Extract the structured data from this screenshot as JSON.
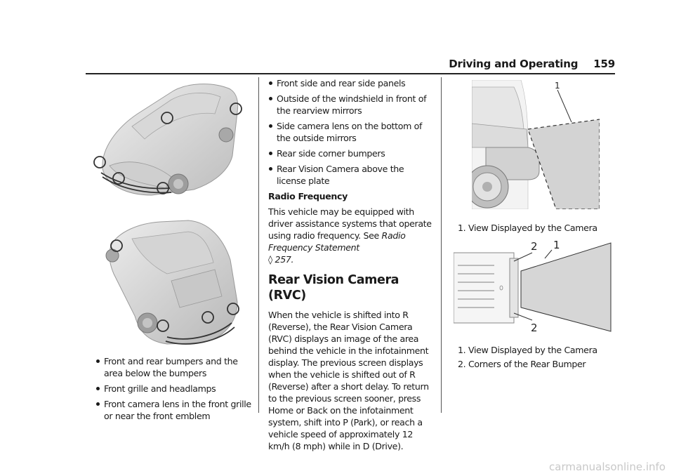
{
  "header": {
    "title": "Driving and Operating",
    "page_number": "159"
  },
  "left_column": {
    "bullets": [
      "Front and rear bumpers and the area below the bumpers",
      "Front grille and headlamps",
      "Front camera lens in the front grille or near the front emblem"
    ]
  },
  "middle_column": {
    "bullets": [
      "Front side and rear side panels",
      "Outside of the windshield in front of the rearview mirrors",
      "Side camera lens on the bottom of the outside mirrors",
      "Rear side corner bumpers",
      "Rear Vision Camera above the license plate"
    ],
    "radio_heading": "Radio Frequency",
    "radio_text": "This vehicle may be equipped with driver assistance systems that operate using radio frequency. See",
    "radio_link": "Radio Frequency Statement",
    "radio_ref_symbol": "◊",
    "radio_ref_page": "257",
    "section_title": "Rear Vision Camera (RVC)",
    "section_text": "When the vehicle is shifted into R (Reverse), the Rear Vision Camera (RVC) displays an image of the area behind the vehicle in the infotainment display. The previous screen displays when the vehicle is shifted out of R (Reverse) after a short delay. To return to the previous screen sooner, press Home or Back on the infotainment system, shift into P (Park), or reach a vehicle speed of approximately 12 km/h (8 mph) while in D (Drive)."
  },
  "right_column": {
    "figure1_callout": "1",
    "figure1_caption": "1.  View Displayed by the Camera",
    "figure2_callouts": {
      "one": "1",
      "two_top": "2",
      "two_bottom": "2"
    },
    "figure2_caption_items": [
      "1.  View Displayed by the Camera",
      "2.  Corners of the Rear Bumper"
    ]
  },
  "footer": {
    "watermark": "carmanualsonline.info"
  }
}
